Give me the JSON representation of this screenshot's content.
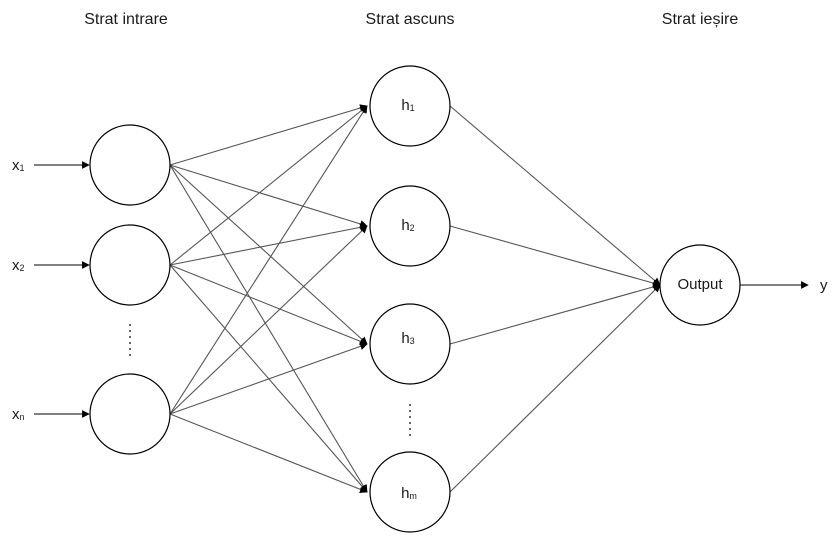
{
  "layers": {
    "input_title": "Strat intrare",
    "hidden_title": "Strat ascuns",
    "output_title": "Strat ieșire"
  },
  "inputs": [
    {
      "base": "x",
      "sub": "1"
    },
    {
      "base": "x",
      "sub": "2"
    },
    {
      "base": "x",
      "sub": "n"
    }
  ],
  "hidden": [
    {
      "base": "h",
      "sub": "1"
    },
    {
      "base": "h",
      "sub": "2"
    },
    {
      "base": "h",
      "sub": "3"
    },
    {
      "base": "h",
      "sub": "m"
    }
  ],
  "output": {
    "node_label": "Output",
    "result_label": "y"
  }
}
